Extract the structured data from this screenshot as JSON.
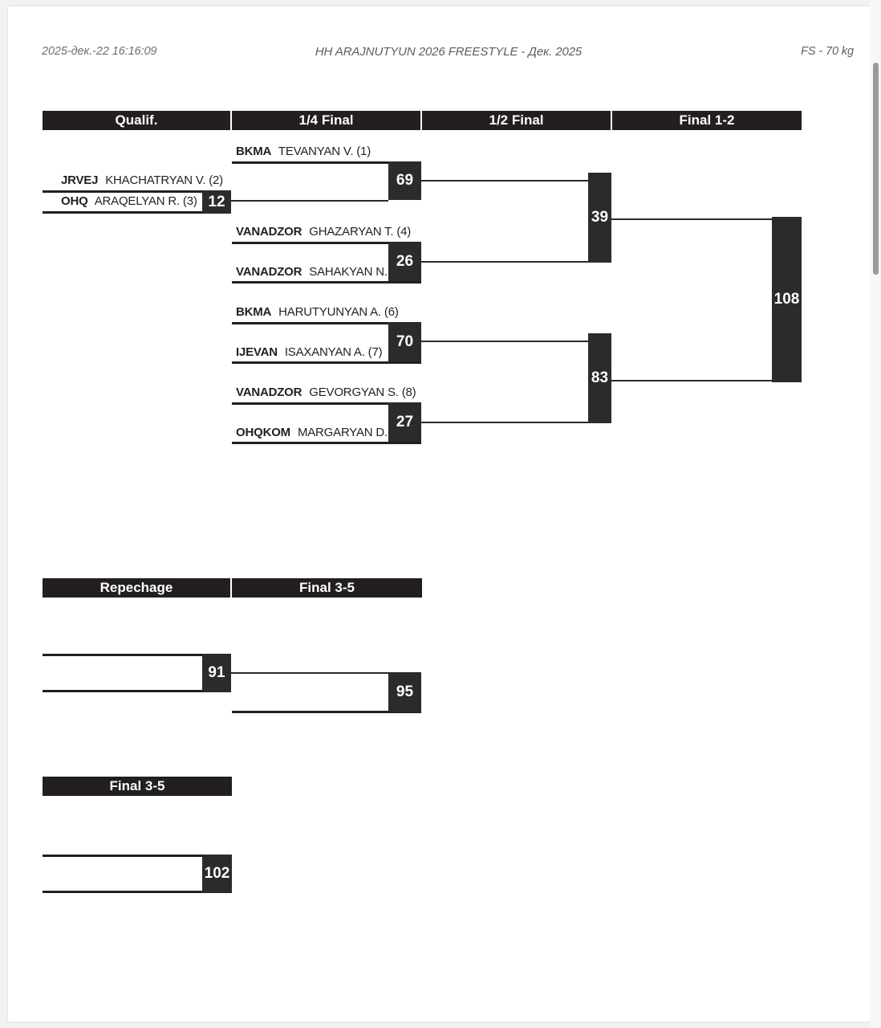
{
  "meta": {
    "date": "2025-дек.-22 16:16:09",
    "title": "HH ARAJNUTYUN 2026 FREESTYLE - Дек. 2025",
    "category": "FS - 70 kg"
  },
  "colors": {
    "ink": "#231f20",
    "box": "#2b2b2b",
    "paper": "#ffffff",
    "page_bg": "#f2f2f2",
    "meta_text": "#6f6f6f"
  },
  "round_headers": [
    "Qualif.",
    "1/4 Final",
    "1/2 Final",
    "Final 1-2"
  ],
  "repechage_headers": [
    "Repechage",
    "Final 3-5"
  ],
  "final35_header": "Final 3-5",
  "qualification": {
    "matches": [
      {
        "number": "12",
        "wrestlers": [
          {
            "club": "JRVEJ",
            "name": "KHACHATRYAN V. (2)"
          },
          {
            "club": "OHQ",
            "name": "ARAQELYAN R. (3)"
          }
        ]
      }
    ]
  },
  "quarter_finals": [
    {
      "number": "69",
      "wrestlers": [
        {
          "club": "BKMA",
          "name": "TEVANYAN V. (1)"
        },
        {
          "club": "",
          "name": ""
        }
      ]
    },
    {
      "number": "26",
      "wrestlers": [
        {
          "club": "VANADZOR",
          "name": "GHAZARYAN T. (4)"
        },
        {
          "club": "VANADZOR",
          "name": "SAHAKYAN N."
        }
      ]
    },
    {
      "number": "70",
      "wrestlers": [
        {
          "club": "BKMA",
          "name": "HARUTYUNYAN A. (6)"
        },
        {
          "club": "IJEVAN",
          "name": "ISAXANYAN A. (7)"
        }
      ]
    },
    {
      "number": "27",
      "wrestlers": [
        {
          "club": "VANADZOR",
          "name": "GEVORGYAN S. (8)"
        },
        {
          "club": "OHQKOM",
          "name": "MARGARYAN D."
        }
      ]
    }
  ],
  "semi_finals": [
    {
      "number": "39"
    },
    {
      "number": "83"
    }
  ],
  "final": {
    "number": "108"
  },
  "repechage": {
    "matches": [
      {
        "number": "91"
      },
      {
        "number": "95"
      }
    ]
  },
  "final_3_5": {
    "matches": [
      {
        "number": "102"
      }
    ]
  }
}
